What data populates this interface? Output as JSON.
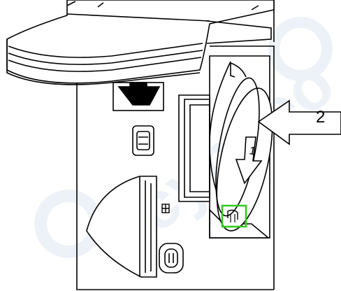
{
  "diagram": {
    "callouts": {
      "insert_direction_number": "2",
      "rotate_direction_number": "1"
    },
    "parts": [
      {
        "name": "lid-cover"
      },
      {
        "name": "main-body-panel"
      },
      {
        "name": "upper-latch"
      },
      {
        "name": "small-square-button"
      },
      {
        "name": "media-drum-cartridge"
      },
      {
        "name": "curved-guide-panel"
      },
      {
        "name": "round-lower-button"
      },
      {
        "name": "highlighted-lock-tab"
      }
    ],
    "colors": {
      "line": "#000000",
      "highlight": "#2ecc1a",
      "watermark": "#dfe8f3"
    }
  }
}
